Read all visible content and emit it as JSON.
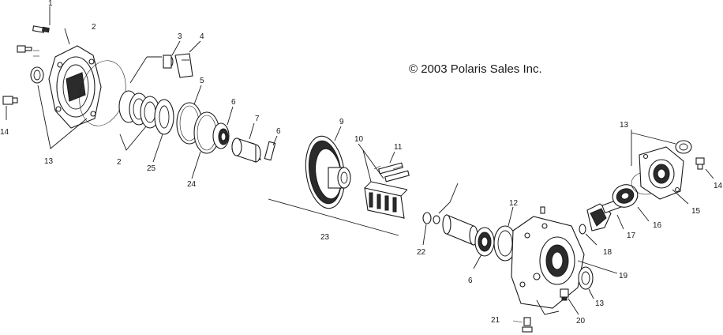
{
  "copyright": "© 2003 Polaris Sales Inc.",
  "callouts": [
    "1",
    "2",
    "3",
    "4",
    "5",
    "6",
    "7",
    "6",
    "9",
    "10",
    "11",
    "13",
    "14",
    "13",
    "14",
    "2",
    "25",
    "24",
    "23",
    "22",
    "12",
    "6",
    "18",
    "17",
    "16",
    "15",
    "19",
    "13",
    "20",
    "21"
  ],
  "colors": {
    "ink": "#1a1a1a",
    "background": "#ffffff"
  }
}
